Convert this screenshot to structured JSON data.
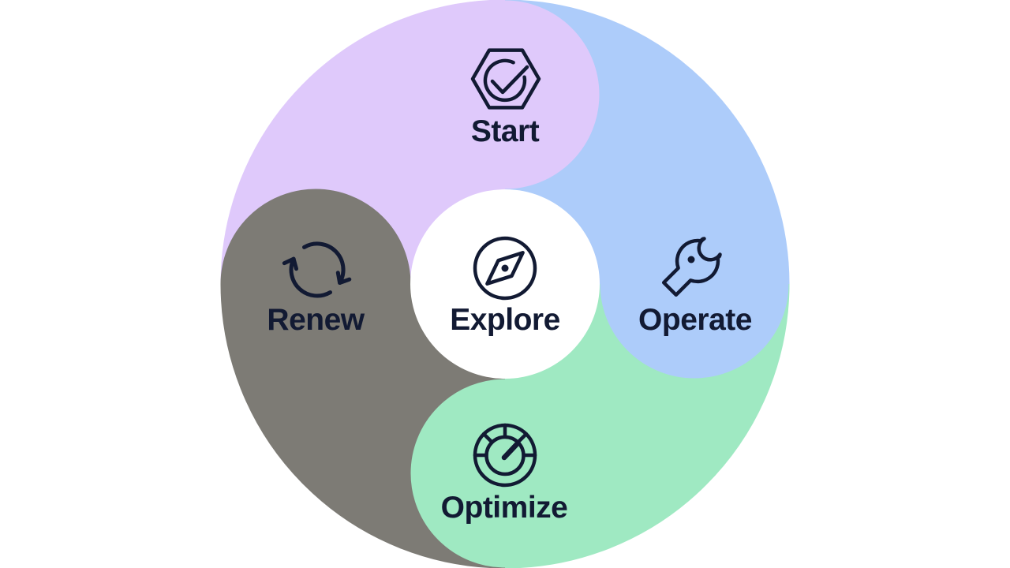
{
  "diagram": {
    "type": "circular-lifecycle",
    "center": {
      "label": "Explore",
      "icon": "compass-icon",
      "color": "#FFFFFF"
    },
    "segments": [
      {
        "label": "Start",
        "icon": "hexagon-check-icon",
        "color": "#DFC9FB",
        "position": "top"
      },
      {
        "label": "Operate",
        "icon": "wrench-icon",
        "color": "#ADCCFA",
        "position": "right"
      },
      {
        "label": "Optimize",
        "icon": "gauge-icon",
        "color": "#9FE9C2",
        "position": "bottom"
      },
      {
        "label": "Renew",
        "icon": "refresh-cycle-icon",
        "color": "#7D7B75",
        "position": "left"
      }
    ]
  },
  "colors": {
    "navy": "#121A33",
    "purple": "#DFC9FB",
    "blue": "#ADCCFA",
    "green": "#9FE9C2",
    "gray": "#7D7B75",
    "white": "#FFFFFF",
    "background": "#FFFFFF"
  }
}
